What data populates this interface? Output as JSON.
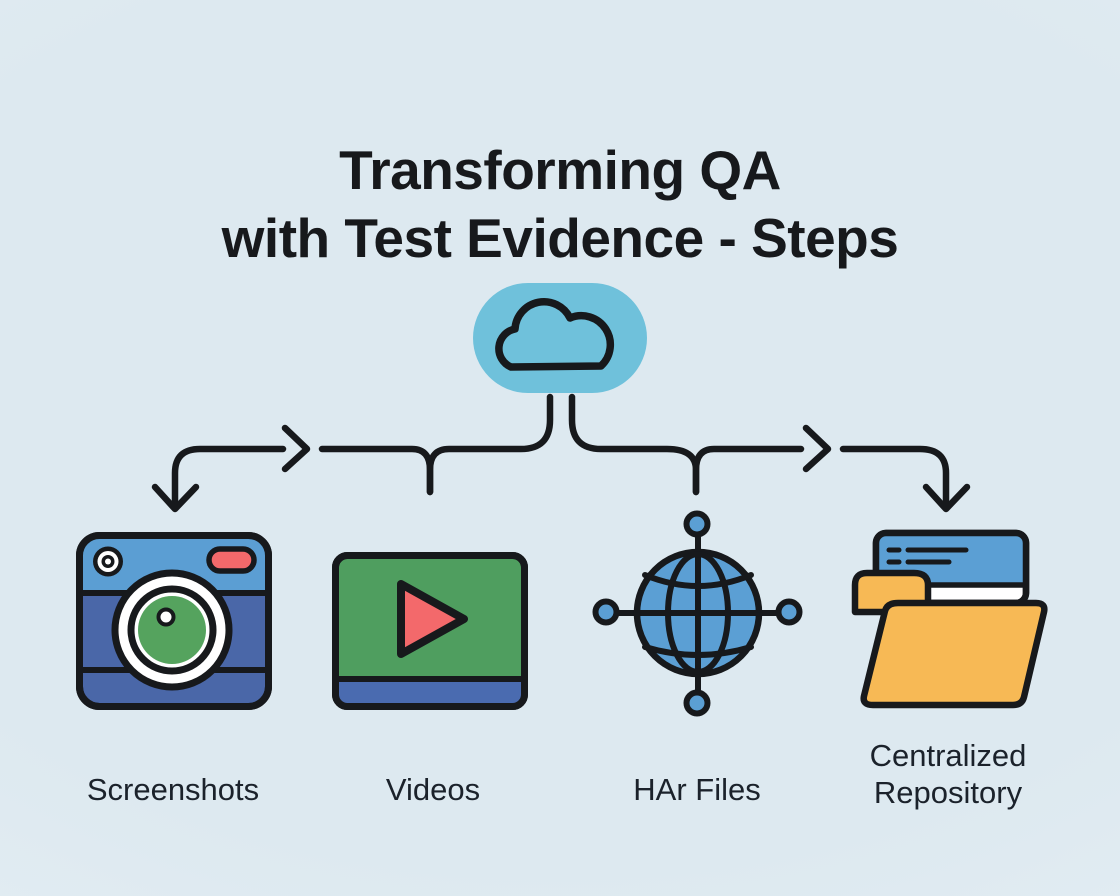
{
  "title": {
    "line1": "Transforming QA",
    "line2": "with Test Evidence - Steps"
  },
  "cloud": {
    "id": "cloud",
    "icon": "cloud-icon",
    "fill": "#6fc1db"
  },
  "items": [
    {
      "id": "screenshots",
      "label": "Screenshots",
      "icon": "camera-icon"
    },
    {
      "id": "videos",
      "label": "Videos",
      "icon": "video-player-icon"
    },
    {
      "id": "har-files",
      "label": "HAr Files",
      "icon": "globe-network-icon"
    },
    {
      "id": "centralized-repository",
      "label": "Centralized Repository",
      "icon": "folder-repository-icon"
    }
  ],
  "flow": {
    "source": "cloud",
    "targets": [
      "screenshots",
      "videos",
      "har-files",
      "centralized-repository"
    ]
  },
  "colors": {
    "background": "#dfeaf1",
    "line": "#17191c",
    "cloud_pill": "#6fc1db",
    "camera_top": "#5b9ed3",
    "camera_body": "#4a67a8",
    "camera_lens_green": "#55a35e",
    "camera_flash_red": "#f3696b",
    "video_body_green": "#4f9e5f",
    "video_bar_blue": "#4a6bb0",
    "video_play_red": "#f3696b",
    "globe_blue": "#5b9fd4",
    "folder_orange": "#f7b955",
    "document_card_blue": "#5b9fd4"
  }
}
